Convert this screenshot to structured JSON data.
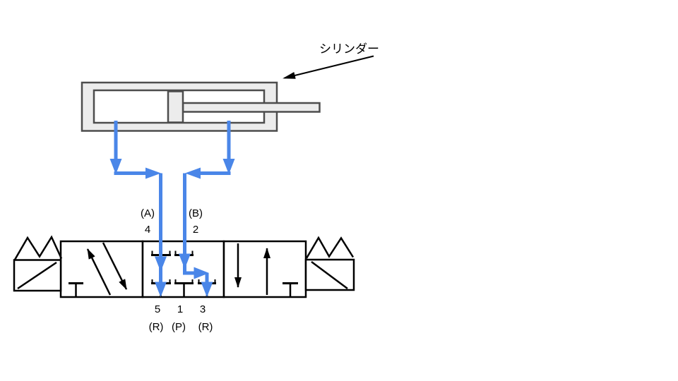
{
  "labels": {
    "cylinder": "シリンダー"
  },
  "valve": {
    "type_hint": "5-port 3-position solenoid valve",
    "top_ports": [
      {
        "name": "(A)",
        "number": "4"
      },
      {
        "name": "(B)",
        "number": "2"
      }
    ],
    "bottom_ports": [
      {
        "name": "(R)",
        "number": "5"
      },
      {
        "name": "(P)",
        "number": "1"
      },
      {
        "name": "(R)",
        "number": "3"
      }
    ]
  },
  "colors": {
    "flow_blue": "#4a86e8",
    "symbol_black": "#000000",
    "cylinder_stroke": "#4d4d4d",
    "cylinder_fill": "#ececec"
  }
}
